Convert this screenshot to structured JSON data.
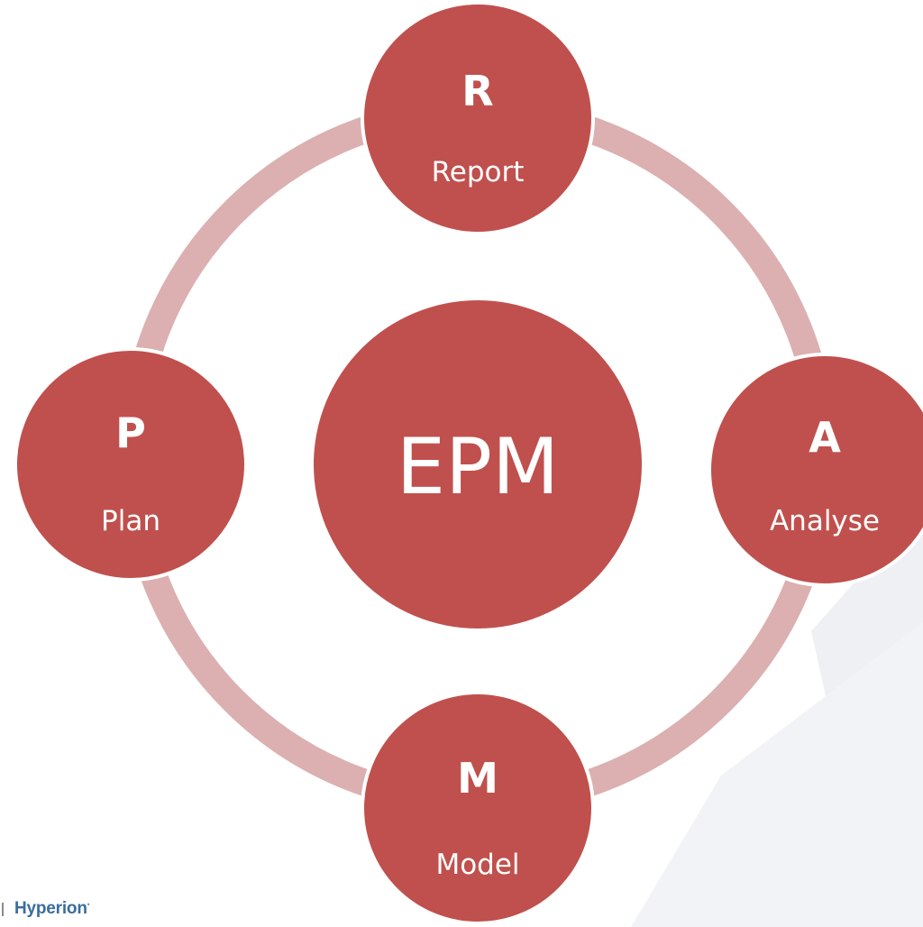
{
  "diagram": {
    "center": {
      "label": "EPM"
    },
    "nodes": [
      {
        "id": "report",
        "letter": "R",
        "label": "Report"
      },
      {
        "id": "analyse",
        "letter": "A",
        "label": "Analyse"
      },
      {
        "id": "model",
        "letter": "M",
        "label": "Model"
      },
      {
        "id": "plan",
        "letter": "P",
        "label": "Plan"
      }
    ]
  },
  "footer": {
    "brand": "Hyperion"
  },
  "colors": {
    "node_fill": "#c0504d",
    "ring": "#dcb0b0",
    "node_stroke": "#ffffff",
    "brand": "#3a6d9e",
    "background_shape": "#eef0f4"
  }
}
